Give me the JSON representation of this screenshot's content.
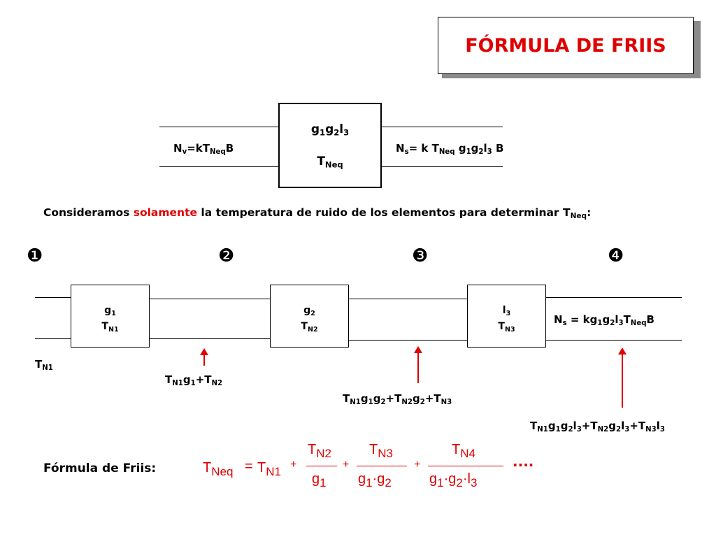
{
  "title": "FÓRMULA DE FRIIS",
  "top_block": {
    "line1": "g",
    "s1": "1",
    "line1b": "g",
    "s2": "2",
    "line1c": "l",
    "s3": "3",
    "tneq": "T",
    "tneq_sub": "Neq"
  },
  "nv": {
    "a": "N",
    "a_sub": "v",
    "b": "=kT",
    "b_sub": "Neq",
    "c": "B"
  },
  "ns_top": {
    "a": "N",
    "a_sub": "s",
    "b": "= k T",
    "b_sub": "Neq",
    "c": " g",
    "c_sub": "1",
    "d": "g",
    "d_sub": "2",
    "e": "l",
    "e_sub": "3",
    "f": " B"
  },
  "consider": {
    "pre": "Consideramos ",
    "highlight": "solamente",
    "post": " la temperatura de ruido de los elementos para determinar T",
    "sub": "Neq",
    "end": ":"
  },
  "markers": [
    "❶",
    "❷",
    "❸",
    "❹"
  ],
  "blocks": [
    {
      "g": "g",
      "gs": "1",
      "t": "T",
      "ts": "N1"
    },
    {
      "g": "g",
      "gs": "2",
      "t": "T",
      "ts": "N2"
    },
    {
      "g": "l",
      "gs": "3",
      "t": "T",
      "ts": "N3"
    }
  ],
  "ns_chain": {
    "a": "N",
    "a_sub": "s",
    "b": " = kg",
    "b_sub": "1",
    "c": "g",
    "c_sub": "2",
    "d": "l",
    "d_sub": "3",
    "e": "T",
    "e_sub": "Neq",
    "f": "B"
  },
  "labels": {
    "tn1": {
      "a": "T",
      "a_sub": "N1"
    },
    "l2": "T<sub>N1</sub>g<sub>1</sub>+T<sub>N2</sub>",
    "l3": "T<sub>N1</sub>g<sub>1</sub>g<sub>2</sub>+T<sub>N2</sub>g<sub>2</sub>+T<sub>N3</sub>",
    "l4": "T<sub>N1</sub>g<sub>1</sub>g<sub>2</sub>l<sub>3</sub>+T<sub>N2</sub>g<sub>2</sub>l<sub>3</sub>+T<sub>N3</sub>l<sub>3</sub>"
  },
  "formula": {
    "label": "Fórmula de Friis:",
    "lhs": "T",
    "lhs_sub": "Neq",
    "eq": "=",
    "t1": "T",
    "t1_sub": "N1",
    "plus": "+",
    "n2": "T",
    "n2_sub": "N2",
    "d2": "g",
    "d2_sub": "1",
    "n3": "T",
    "n3_sub": "N3",
    "d3a": "g",
    "d3a_sub": "1",
    "dot": "·",
    "d3b": "g",
    "d3b_sub": "2",
    "n4": "T",
    "n4_sub": "N4",
    "d4a": "g",
    "d4a_sub": "1",
    "d4b": "g",
    "d4b_sub": "2",
    "d4c": "l",
    "d4c_sub": "3",
    "ellipsis": "...."
  }
}
